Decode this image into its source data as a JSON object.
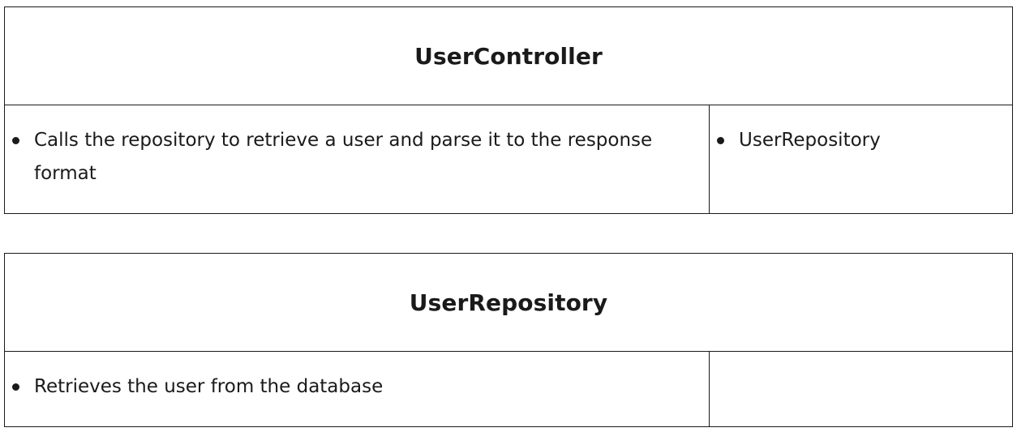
{
  "cards": [
    {
      "title": "UserController",
      "responsibilities": [
        "Calls the repository to retrieve a user and parse it to the response format"
      ],
      "collaborators": [
        "UserRepository"
      ]
    },
    {
      "title": "UserRepository",
      "responsibilities": [
        "Retrieves the user from the database"
      ],
      "collaborators": []
    }
  ]
}
